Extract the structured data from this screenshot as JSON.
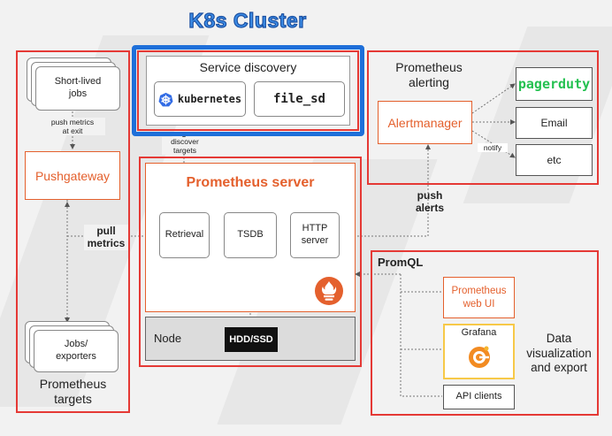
{
  "title": "K8s Cluster",
  "service_discovery": {
    "title": "Service discovery",
    "kubernetes_label": "kubernetes",
    "file_sd_label": "file_sd"
  },
  "discover_targets_label": "discover\ntargets",
  "targets_panel": {
    "short_lived_jobs": "Short-lived\njobs",
    "push_metrics_label": "push metrics\nat exit",
    "pushgateway": "Pushgateway",
    "jobs_exporters": "Jobs/\nexporters",
    "caption": "Prometheus\ntargets"
  },
  "pull_metrics_label": "pull\nmetrics",
  "server_panel": {
    "title": "Prometheus server",
    "retrieval": "Retrieval",
    "tsdb": "TSDB",
    "http_server": "HTTP\nserver",
    "node_label": "Node",
    "storage_label": "HDD/SSD"
  },
  "alerting_panel": {
    "title": "Prometheus\nalerting",
    "alertmanager": "Alertmanager",
    "pagerduty": "pagerduty",
    "email": "Email",
    "etc": "etc",
    "notify_label": "notify"
  },
  "push_alerts_label": "push\nalerts",
  "viz_panel": {
    "promql_label": "PromQL",
    "web_ui": "Prometheus\nweb UI",
    "grafana": "Grafana",
    "api_clients": "API clients",
    "caption": "Data\nvisualization\nand export"
  },
  "colors": {
    "frame_red": "#e53935",
    "frame_blue": "#1e6fd9",
    "prometheus_orange": "#e4602d",
    "pagerduty_green": "#25c151",
    "grafana_yellow": "#f7c948"
  },
  "icons": {
    "kubernetes": "kubernetes-helm-icon",
    "prometheus": "prometheus-flame-icon",
    "grafana": "grafana-swirl-icon"
  }
}
